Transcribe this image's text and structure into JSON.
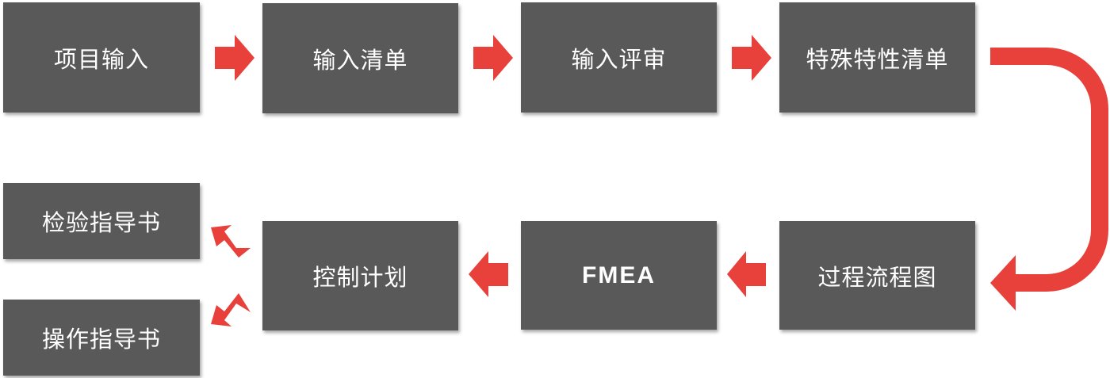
{
  "colors": {
    "box_fill": "#595959",
    "box_text": "#ffffff",
    "arrow": "#e8403a"
  },
  "steps": {
    "project_input": "项目输入",
    "input_list": "输入清单",
    "input_review": "输入评审",
    "special_characteristics": "特殊特性清单",
    "process_flow_chart": "过程流程图",
    "fmea": "FMEA",
    "control_plan": "控制计划",
    "inspection_instruction": "检验指导书",
    "work_instruction": "操作指导书"
  }
}
